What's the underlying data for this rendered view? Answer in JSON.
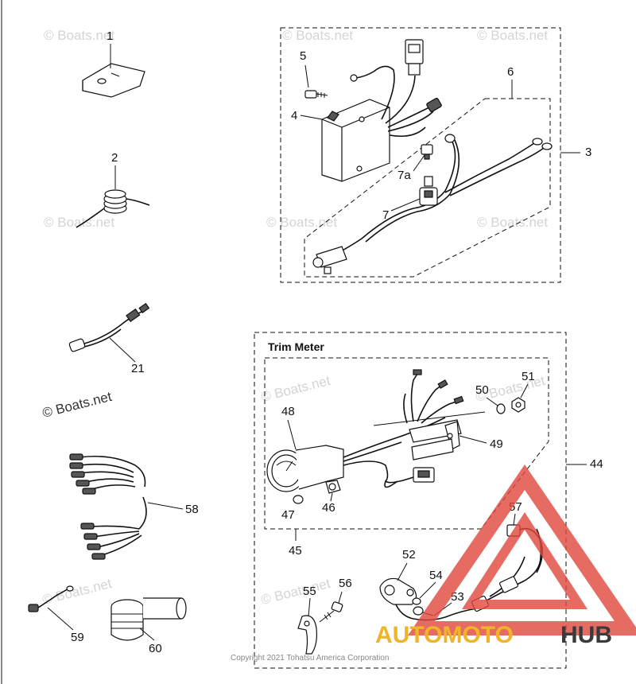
{
  "watermark": "© Boats.net",
  "labels": {
    "p1": "1",
    "p2": "2",
    "p3": "3",
    "p4": "4",
    "p5": "5",
    "p6": "6",
    "p7": "7",
    "p7a": "7a",
    "p21": "21",
    "p44": "44",
    "p45": "45",
    "p46": "46",
    "p47": "47",
    "p48": "48",
    "p49": "49",
    "p50": "50",
    "p51": "51",
    "p52": "52",
    "p53": "53",
    "p54": "54",
    "p55": "55",
    "p56": "56",
    "p57": "57",
    "p58": "58",
    "p59": "59",
    "p60": "60"
  },
  "trim_meter_title": "Trim Meter",
  "copyright": "Copyright 2021 Tohatsu America Corporation",
  "brand": {
    "part1": "AUTOMOTO",
    "part2": "HUB"
  },
  "colors": {
    "brand_red": "#e0463c",
    "brand_gold": "#f0b429",
    "brand_dark": "#3a3a3a"
  }
}
